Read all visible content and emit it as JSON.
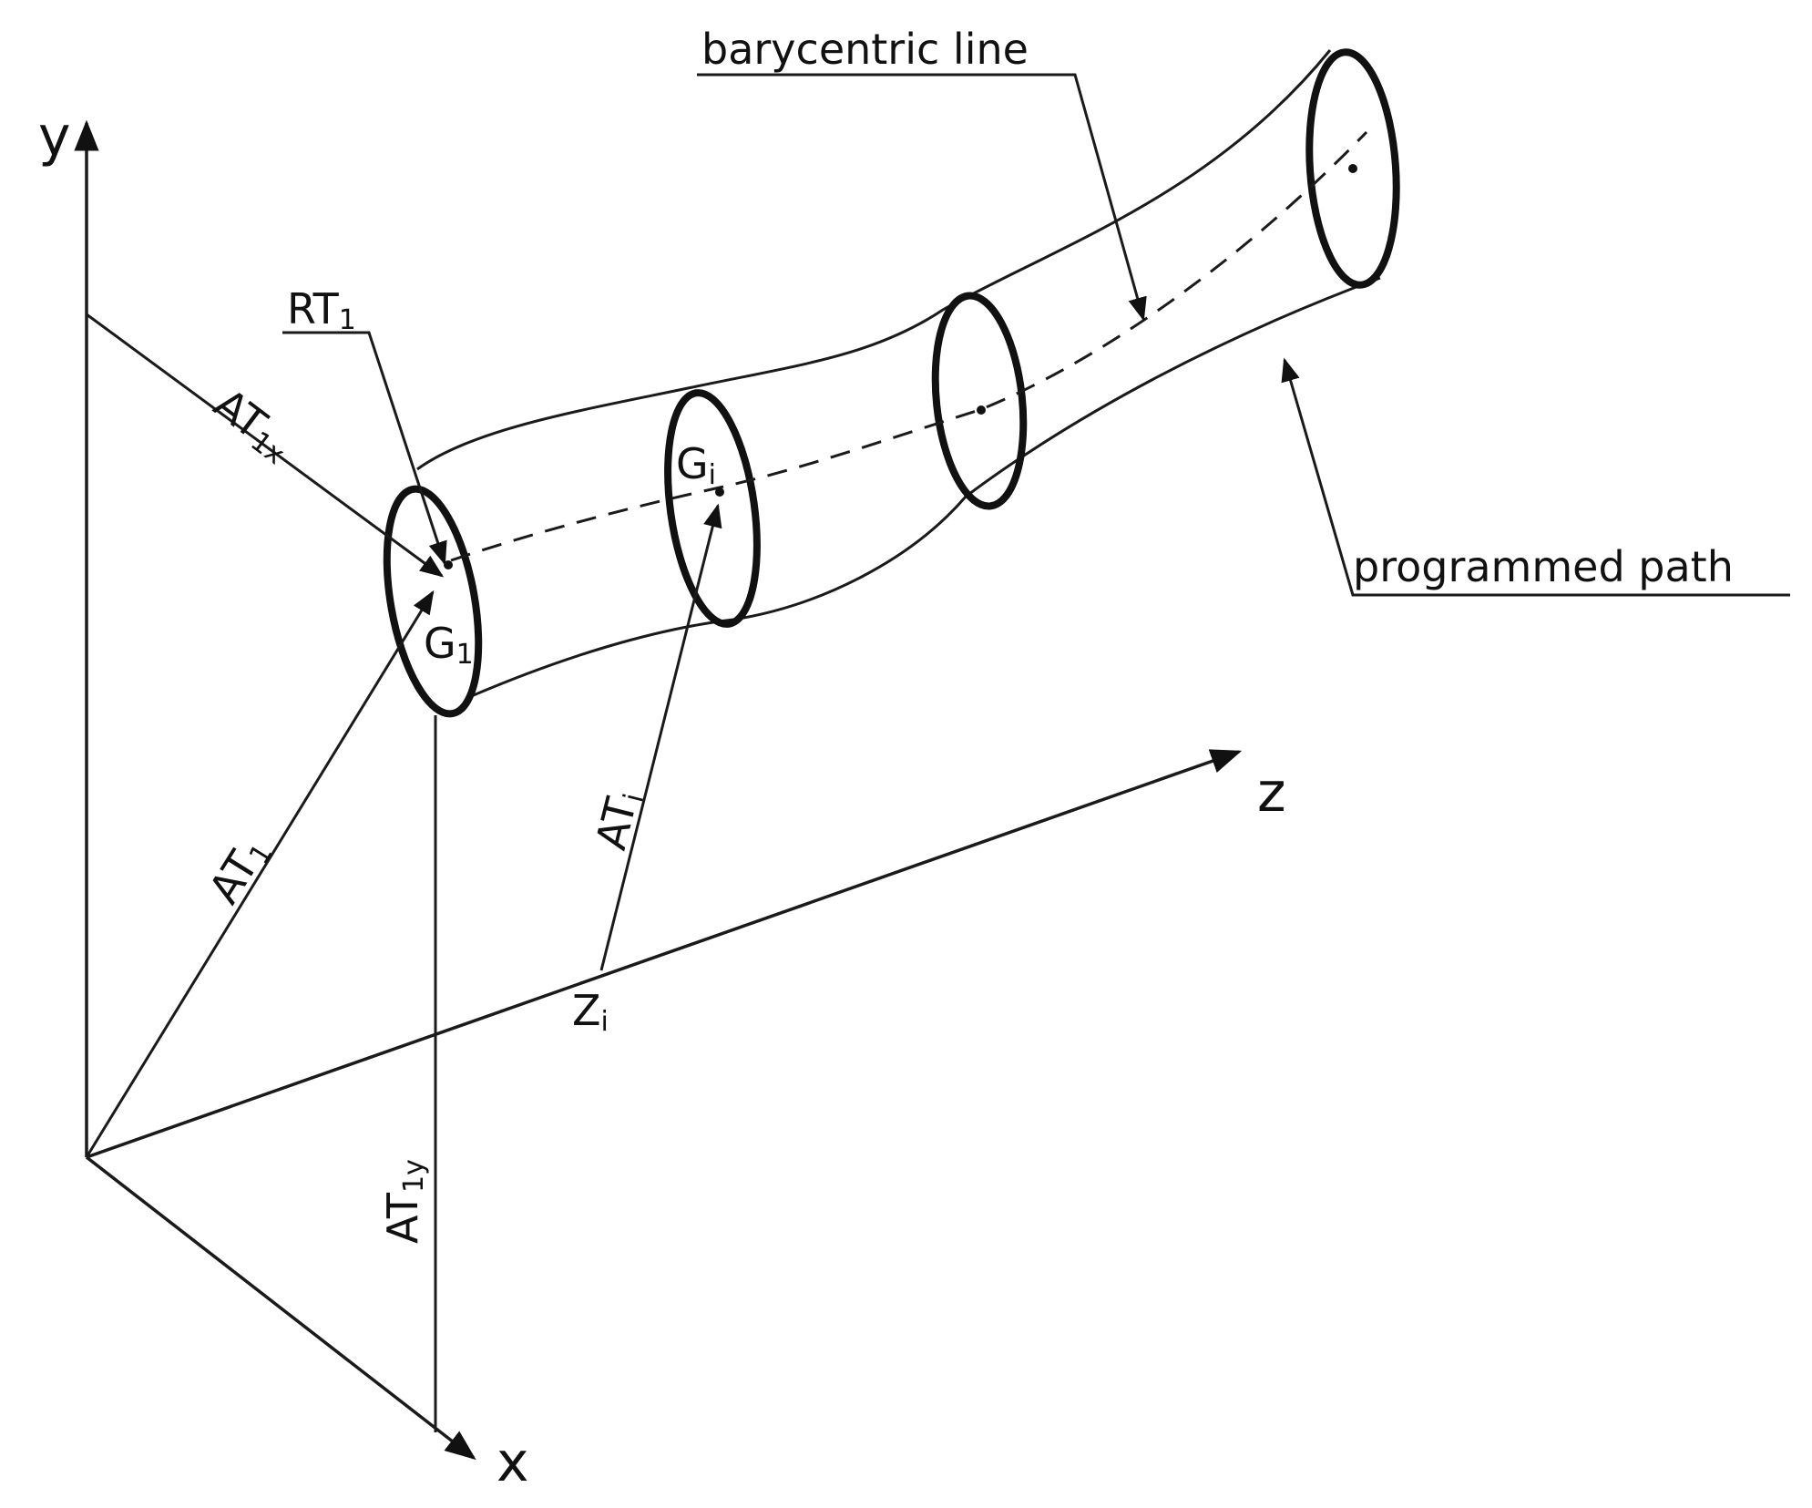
{
  "axes": {
    "y": "y",
    "x": "x",
    "z": "z"
  },
  "labels": {
    "barycentric_line": "barycentric line",
    "programmed_path": "programmed path",
    "rt": {
      "main": "RT",
      "sub": "1"
    },
    "at1x": {
      "main": "AT",
      "sub": "1x"
    },
    "at1": {
      "main": "AT",
      "sub": "1"
    },
    "at1y": {
      "main": "AT",
      "sub": "1y"
    },
    "ati": {
      "main": "AT",
      "sub": "i"
    },
    "g1": {
      "main": "G",
      "sub": "1"
    },
    "gi": {
      "main": "G",
      "sub": "i"
    },
    "zi": {
      "main": "Z",
      "sub": "i"
    }
  },
  "colors": {
    "ink": "#111111",
    "background": "#ffffff"
  }
}
